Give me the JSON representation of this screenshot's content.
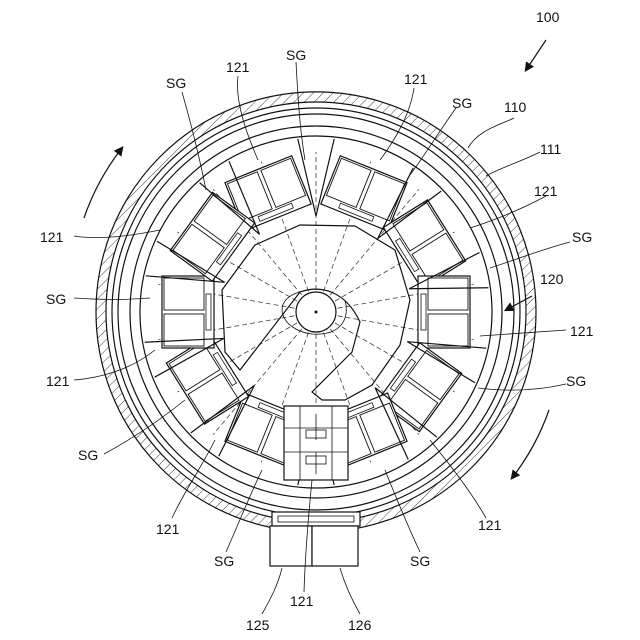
{
  "labels": {
    "device": "100",
    "outer_housing": "110",
    "outer_ring": "111",
    "rotor": "120",
    "unit": "121",
    "gap": "SG",
    "port_left": "125",
    "port_right": "126"
  }
}
